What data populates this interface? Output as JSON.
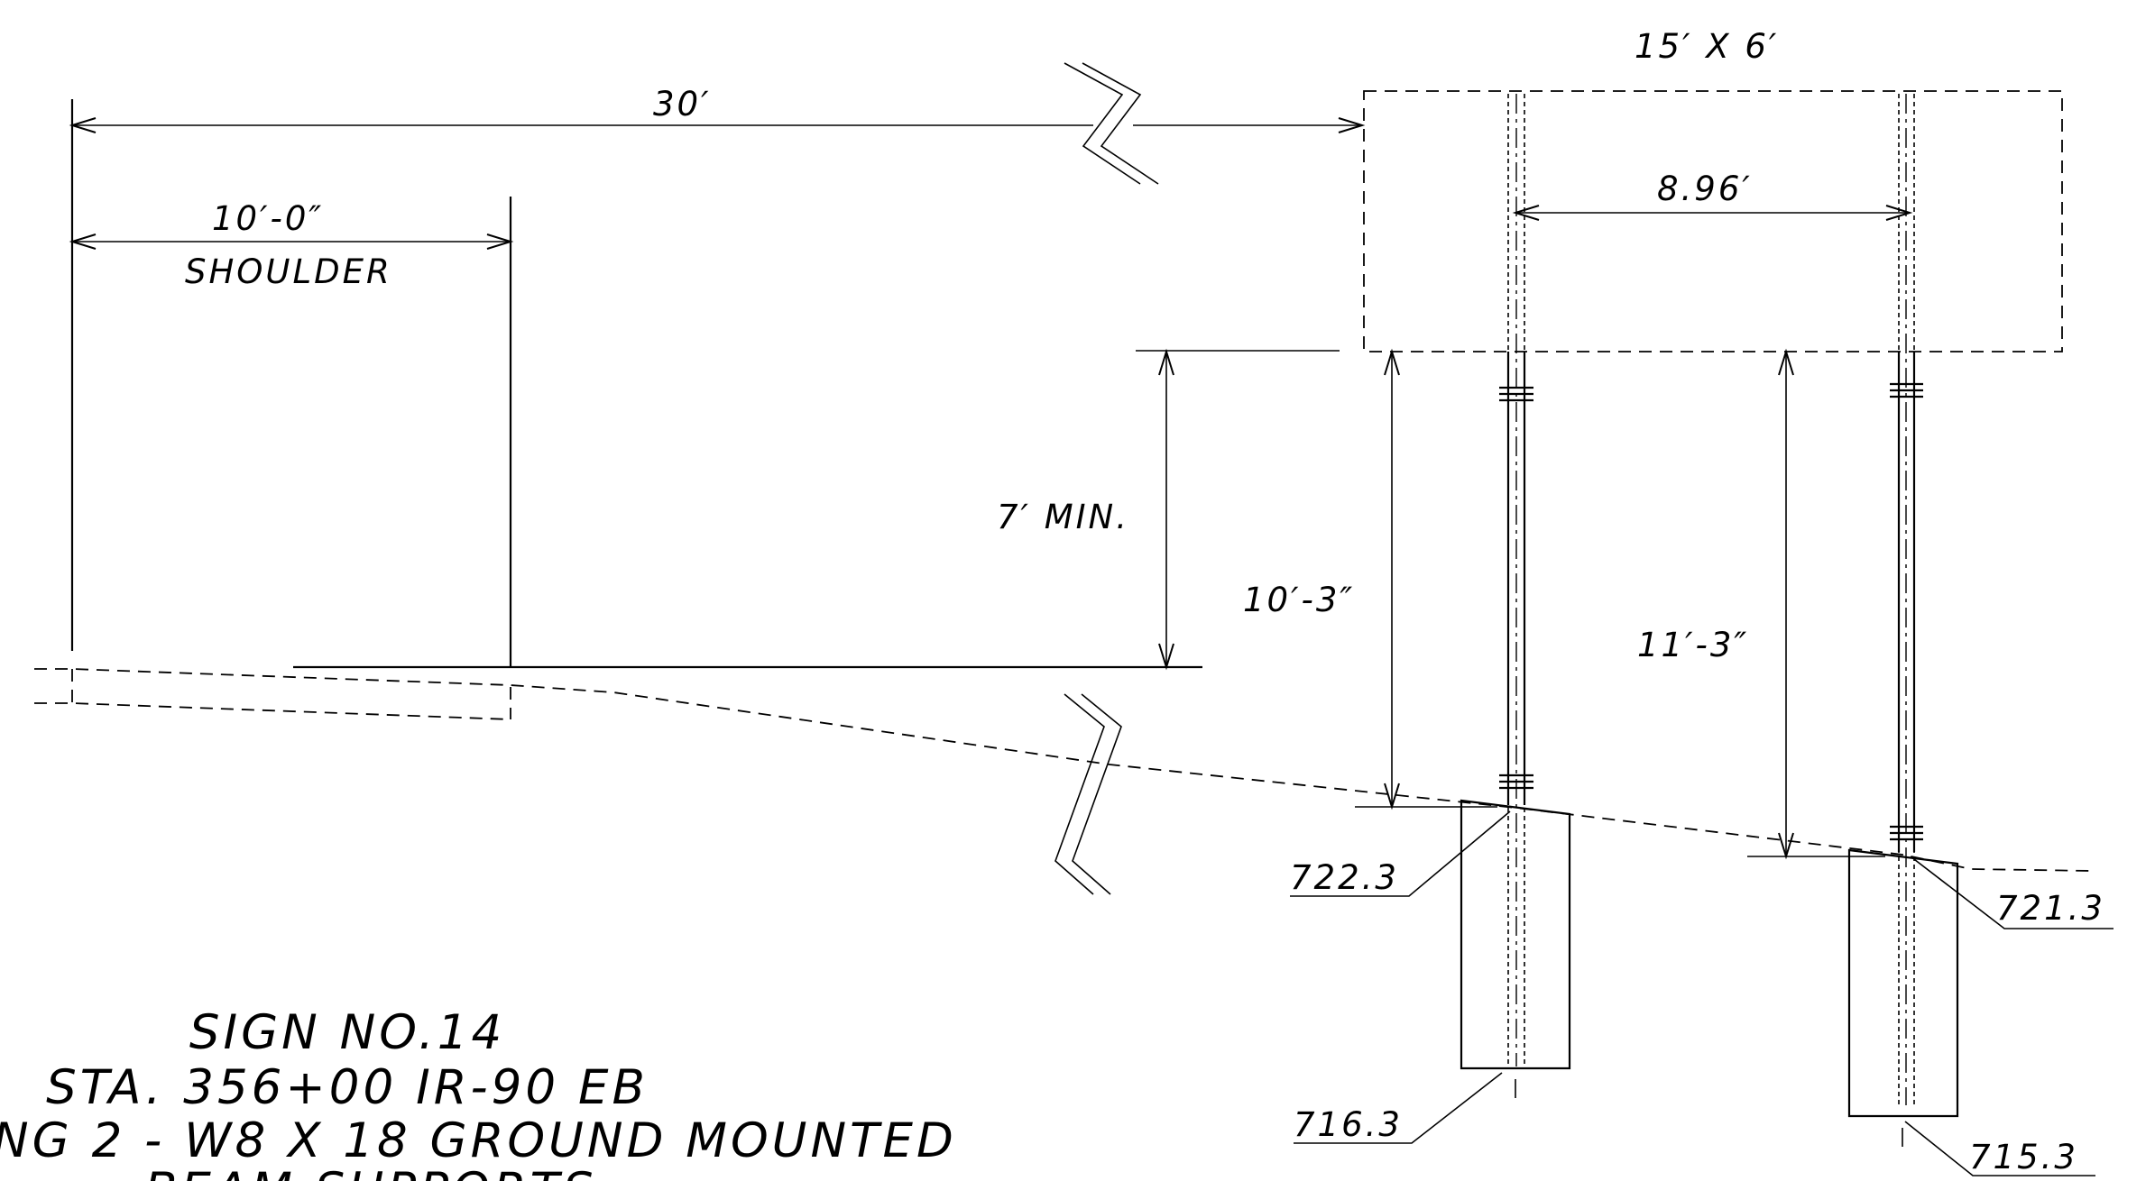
{
  "sign": {
    "size_label": "15′ X 6′",
    "post_spacing_label": "8.96′"
  },
  "dimensions": {
    "offset_label": "30′",
    "shoulder_width_label": "10′-0″",
    "shoulder_label": "SHOULDER",
    "min_clearance_label": "7′ MIN.",
    "left_post_height_label": "10′-3″",
    "right_post_height_label": "11′-3″"
  },
  "elevations": {
    "left_ground": "722.3",
    "left_footing_bottom": "716.3",
    "right_ground": "721.3",
    "right_footing_bottom": "715.3"
  },
  "title_block": {
    "line1": "SIGN NO.14",
    "line2": "STA. 356+00 IR-90 EB",
    "line3": "NG 2 - W8 X 18 GROUND MOUNTED",
    "line4": "BEAM SUPPORTS"
  }
}
